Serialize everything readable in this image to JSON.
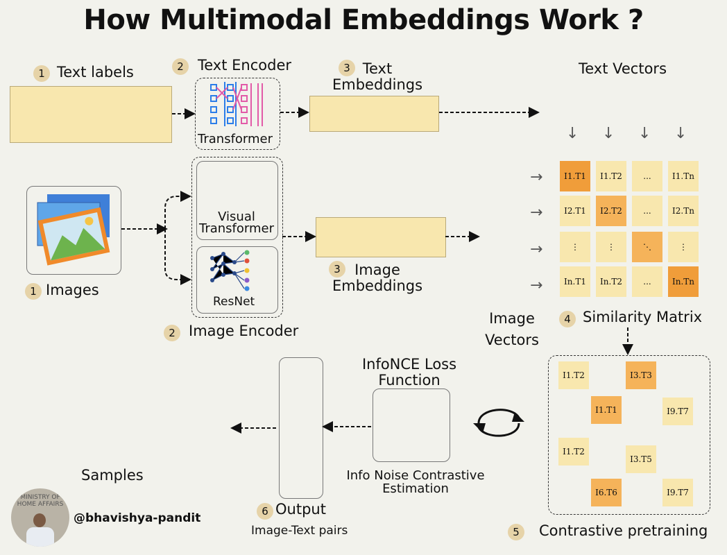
{
  "title": "How Multimodal Embeddings Work ?",
  "steps": {
    "text_labels": {
      "num": "1",
      "label": "Text labels"
    },
    "text_encoder": {
      "num": "2",
      "label": "Text Encoder",
      "model": "Transformer"
    },
    "text_embeddings": {
      "num": "3",
      "label": "Text Embeddings"
    },
    "images": {
      "num": "1",
      "label": "Images"
    },
    "image_encoder": {
      "num": "2",
      "label": "Image Encoder",
      "model_a": "Visual Transformer",
      "model_b": "ResNet"
    },
    "image_embeddings": {
      "num": "3",
      "label": "Image Embeddings"
    },
    "similarity": {
      "num": "4",
      "label": "Similarity Matrix"
    },
    "contrastive": {
      "num": "5",
      "label": "Contrastive pretraining"
    },
    "output": {
      "num": "6",
      "label": "Output",
      "sub": "Image-Text pairs"
    }
  },
  "text_vectors": "Text Vectors",
  "image_vectors": "Image Vectors",
  "loss": {
    "title": "InfoNCE Loss Function",
    "sub": "Info Noise Contrastive Estimation"
  },
  "samples": "Samples",
  "author": "@bhavishya-pandit",
  "avatar_text": "MINISTRY OF HOME AFFAIRS",
  "matrix": [
    [
      "I1.T1",
      "I1.T2",
      "...",
      "I1.Tn"
    ],
    [
      "I2.T1",
      "I2.T2",
      "...",
      "I2.Tn"
    ],
    [
      "⋮",
      "⋮",
      "⋱",
      "⋮"
    ],
    [
      "In.T1",
      "In.T2",
      "...",
      "In.Tn"
    ]
  ],
  "pairs": [
    "I1.T2",
    "I3.T3",
    "I1.T1",
    "I9.T7",
    "I1.T2",
    "I3.T5",
    "I6.T6",
    "I9.T7"
  ],
  "colors": {
    "cell": "#f8e7ae",
    "diag": "#f5b35a",
    "diag_dark": "#f09d3a",
    "badge": "#e6d3a8"
  }
}
